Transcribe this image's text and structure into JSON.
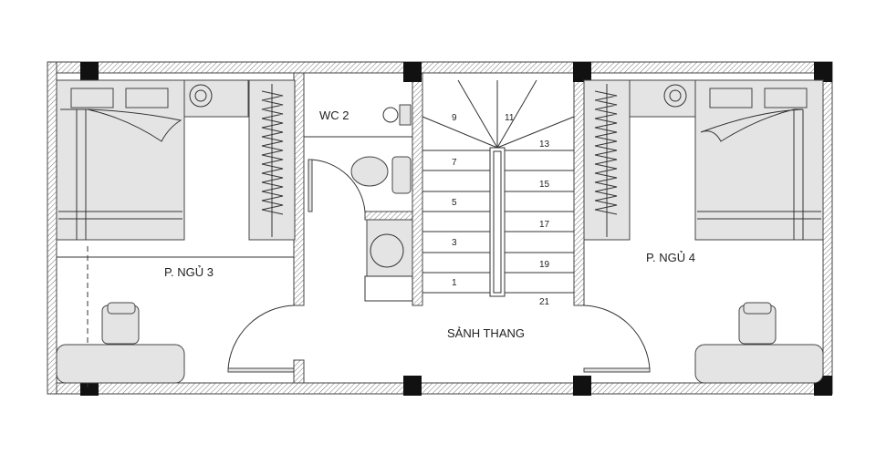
{
  "plan": {
    "rooms": {
      "wc": "WC 2",
      "bedroom_left": "P. NGỦ 3",
      "bedroom_right": "P. NGỦ 4",
      "stair_hall": "SẢNH THANG"
    },
    "stair_steps_left": [
      "9",
      "7",
      "5",
      "3",
      "1"
    ],
    "stair_steps_right": [
      "11",
      "13",
      "15",
      "17",
      "19",
      "21"
    ]
  }
}
